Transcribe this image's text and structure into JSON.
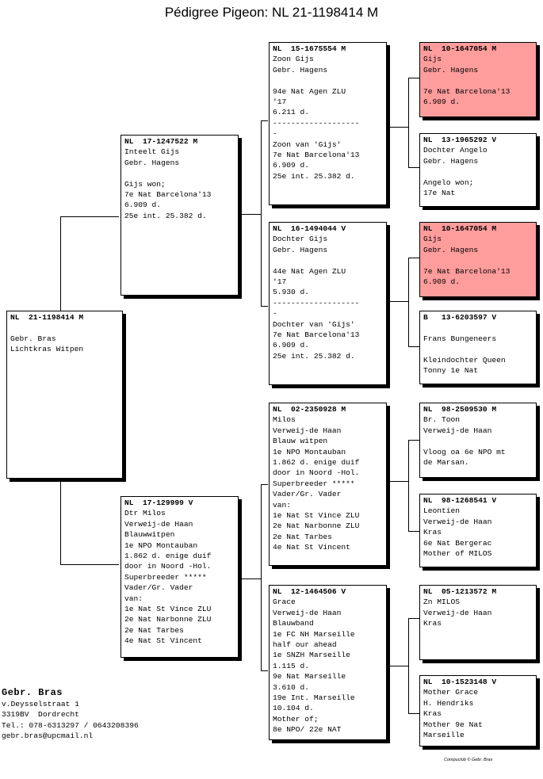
{
  "title": "Pédigree Pigeon: NL  21-1198414 M",
  "boxes": {
    "b0": {
      "header": "NL  21-1198414 M",
      "body": "\nGebr. Bras\nLichtkras Witpen"
    },
    "b1": {
      "header": "NL  17-1247522 M",
      "body": "Inteelt Gijs\nGebr. Hagens\n\nGijs won;\n7e Nat Barcelona'13\n6.909 d.\n25e int. 25.382 d."
    },
    "b2": {
      "header": "NL  17-129999 V",
      "body": "Dtr Milos\nVerweij-de Haan\nBlauwwitpen\n1e NPO Montauban\n1.862 d. enige duif\ndoor in Noord -Hol.\nSuperbreeder *****\nVader/Gr. Vader\nvan:\n1e Nat St Vince ZLU\n2e Nat Narbonne ZLU\n2e Nat Tarbes\n4e Nat St Vincent"
    },
    "b3": {
      "header": "NL  15-1675554 M",
      "body": "Zoon Gijs\nGebr. Hagens\n\n94e Nat Agen ZLU\n'17\n6.211 d.\n-------------------\n-\nZoon van 'Gijs'\n7e Nat Barcelona'13\n6.909 d.\n25e int. 25.382 d."
    },
    "b4": {
      "header": "NL  16-1494044 V",
      "body": "Dochter Gijs\nGebr. Hagens\n\n44e Nat Agen ZLU\n'17\n5.930 d.\n-------------------\n-\nDochter van 'Gijs'\n7e Nat Barcelona'13\n6.909 d.\n25e int. 25.382 d."
    },
    "b5": {
      "header": "NL  02-2350928 M",
      "body": "Milos\nVerweij-de Haan\nBlauw witpen\n1e NPO Montauban\n1.862 d. enige duif\ndoor in Noord -Hol.\nSuperbreeder *****\nVader/Gr. Vader\nvan:\n1e Nat St Vince ZLU\n2e Nat Narbonne ZLU\n2e Nat Tarbes\n4e Nat St Vincent"
    },
    "b6": {
      "header": "NL  12-1464506 V",
      "body": "Grace\nVerweij-de Haan\nBlauwband\n1e FC NH Marseille\nhalf our ahead\n1e SNZH Marseille\n1.115 d.\n9e Nat Marseille\n3.610 d.\n19e Int. Marseille\n10.104 d.\nMother of;\n8e NPO/ 22e NAT"
    },
    "b7": {
      "header": "NL  10-1647054 M",
      "body": "Gijs\nGebr. Hagens\n\n7e Nat Barcelona'13\n6.909 d."
    },
    "b8": {
      "header": "NL  13-1965292 V",
      "body": "Dochter Angelo\nGebr. Hagens\n\nAngelo won;\n17e Nat"
    },
    "b9": {
      "header": "NL  10-1647054 M",
      "body": "Gijs\nGebr. Hagens\n\n7e Nat Barcelona'13\n6.909 d."
    },
    "b10": {
      "header": "B   13-6203597 V",
      "body": "\nFrans Bungeneers\n\nKleindochter Queen\nTonny 1e Nat"
    },
    "b11": {
      "header": "NL  98-2509530 M",
      "body": "Br. Toon\nVerweij-de Haan\n\nVloog oa 6e NPO mt\nde Marsan."
    },
    "b12": {
      "header": "NL  98-1268541 V",
      "body": "Leontien\nVerweij-de Haan\nKras\n6e Nat Bergerac\nMother of MILOS"
    },
    "b13": {
      "header": "NL  05-1213572 M",
      "body": "Zn MILOS\nVerweij-de Haan\nKras"
    },
    "b14": {
      "header": "NL  10-1523148 V",
      "body": "Mother Grace\nH. Hendriks\nKras\nMother 9e Nat\nMarseille"
    }
  },
  "owner": {
    "name": "Gebr. Bras",
    "street": "v.Deysselstraat 1",
    "city": "3319BV  Dordrecht",
    "phone": "Tel.: 078-6313297 / 0643208396",
    "email": "gebr.bras@upcmail.nl"
  },
  "credit": "Compuclub © Gebr. Bras",
  "colors": {
    "highlight": "#ff9c9c"
  }
}
